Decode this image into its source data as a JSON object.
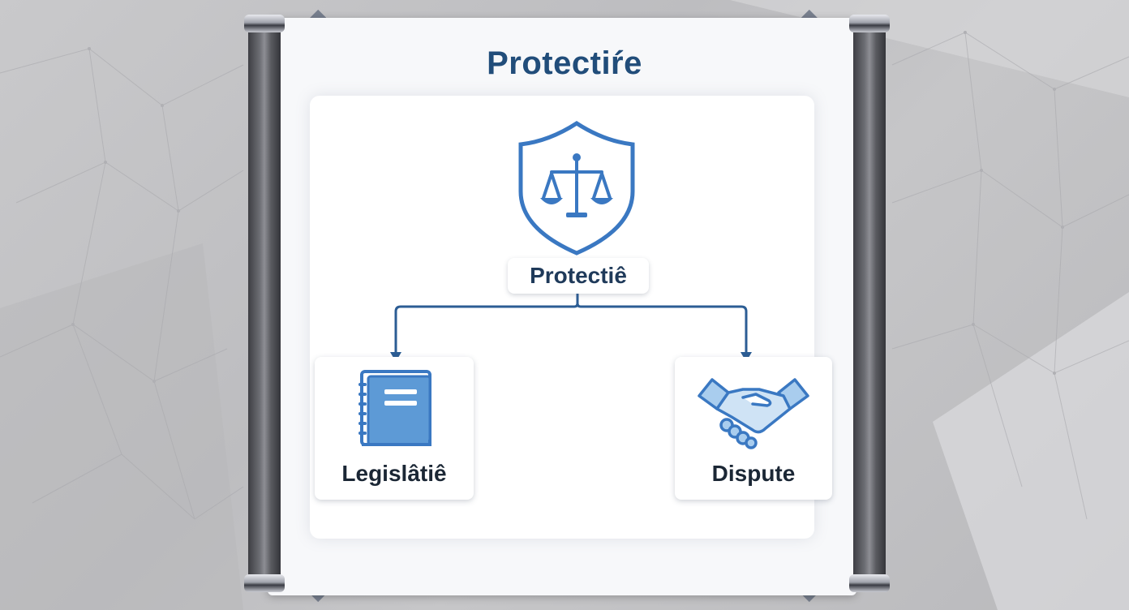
{
  "diagram": {
    "title": "Protectiŕe",
    "center_node": {
      "label": "Protectiê",
      "icon": "shield-scales-icon"
    },
    "children": [
      {
        "label": "Legislâtiê",
        "icon": "book-icon"
      },
      {
        "label": "Dispute",
        "icon": "handshake-icon"
      }
    ]
  },
  "colors": {
    "accent": "#3a78c2",
    "accent_light": "#6aa6de",
    "title": "#214d7a",
    "connector": "#2c5d94"
  }
}
